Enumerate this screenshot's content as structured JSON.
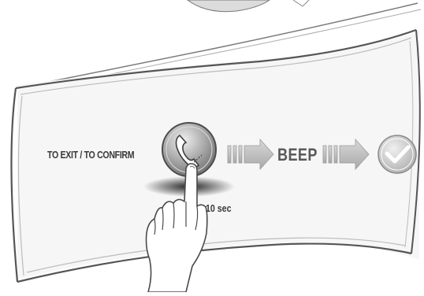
{
  "labels": {
    "instruction": "TO EXIT / TO CONFIRM",
    "beep": "BEEP",
    "duration": "10 sec"
  },
  "icons": {
    "button": "phone-icon",
    "confirm": "checkmark-icon",
    "hand": "pointing-hand-icon"
  },
  "colors": {
    "outline": "#555555",
    "panel_fill": "#f6f6f6",
    "arrow_fill": "#b9b9b9",
    "button_fill": "#8c8c8c",
    "check_fill": "#c4c4c4"
  }
}
